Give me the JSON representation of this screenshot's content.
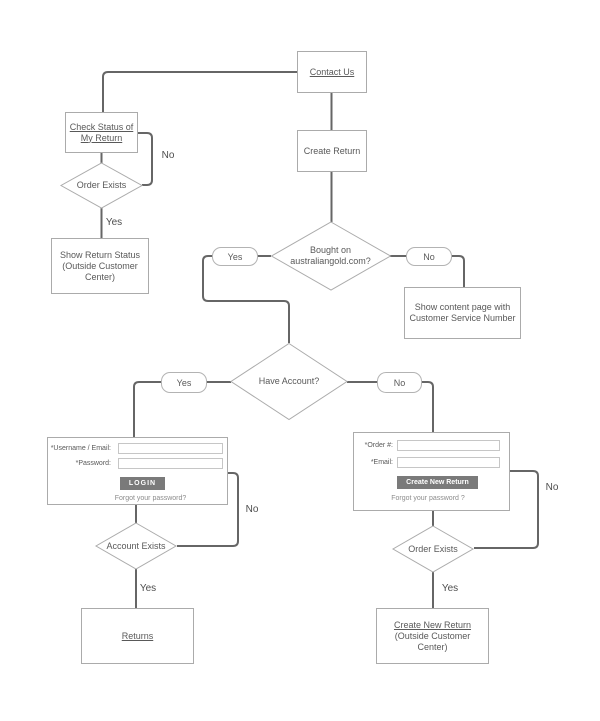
{
  "flowchart": {
    "nodes": {
      "contact_us": {
        "label": "Contact Us"
      },
      "check_status": {
        "line1": "Check Status of",
        "line2": "My Return"
      },
      "create_return": {
        "label": "Create Return"
      },
      "order_exists_top": {
        "label": "Order Exists"
      },
      "show_return_status": {
        "label": "Show Return Status (Outside Customer Center)"
      },
      "bought_on": {
        "line1": "Bought on",
        "line2": "australiangold.com?"
      },
      "branch_yes_bought": {
        "label": "Yes"
      },
      "branch_no_bought": {
        "label": "No"
      },
      "show_content_page": {
        "label": "Show content page with Customer Service Number"
      },
      "have_account": {
        "label": "Have Account?"
      },
      "branch_yes_account": {
        "label": "Yes"
      },
      "branch_no_account": {
        "label": "No"
      },
      "account_exists": {
        "label": "Account Exists"
      },
      "returns": {
        "label": "Returns"
      },
      "order_exists_bottom": {
        "label": "Order Exists"
      },
      "create_new_return": {
        "title": "Create New Return",
        "subtitle": "(Outside Customer Center)"
      }
    },
    "edge_labels": {
      "no_check_status_loop": "No",
      "yes_order_exists_top": "Yes",
      "no_login_loop": "No",
      "yes_account_exists": "Yes",
      "no_order_loop": "No",
      "yes_order_exists_bottom": "Yes"
    },
    "login_form": {
      "username_label": "*Username / Email:",
      "username_value": "",
      "password_label": "*Password:",
      "password_value": "",
      "login_button": "LOGIN",
      "forgot_link": "Forgot your password?"
    },
    "order_form": {
      "order_label": "*Order #:",
      "order_value": "",
      "email_label": "*Email:",
      "email_value": "",
      "create_button": "Create New Return",
      "forgot_link": "Forgot your password ?"
    },
    "colors": {
      "connector": "#666666",
      "shape_border": "#ababab",
      "text": "#595959",
      "button_bg": "#7a7a7a",
      "button_text": "#ffffff"
    }
  }
}
